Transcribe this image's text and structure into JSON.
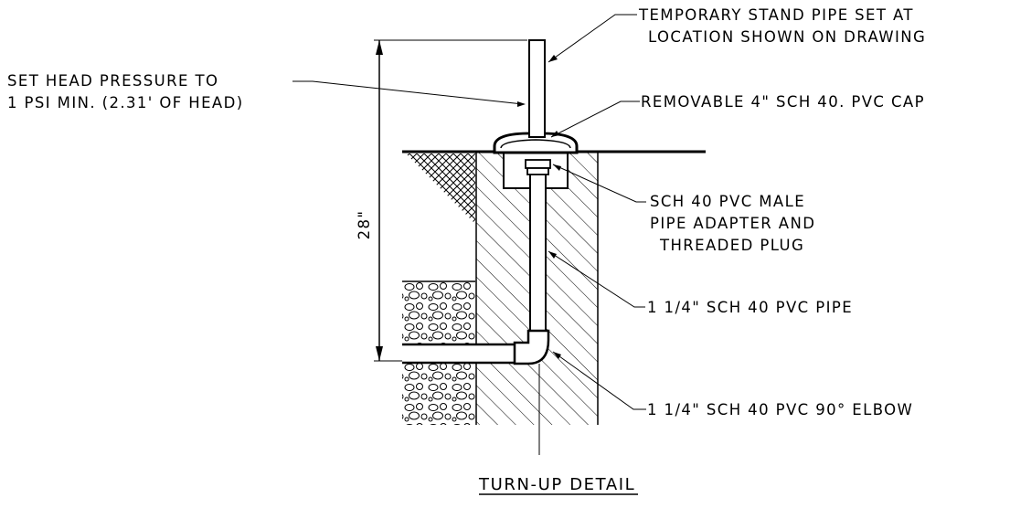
{
  "labels": {
    "standpipe_l1": "TEMPORARY STAND PIPE SET AT",
    "standpipe_l2": "LOCATION SHOWN ON DRAWING",
    "head_l1": "SET HEAD PRESSURE TO",
    "head_l2": "1 PSI MIN. (2.31' OF HEAD)",
    "cap": "REMOVABLE 4\" SCH 40. PVC CAP",
    "adapter_l1": "SCH 40 PVC MALE",
    "adapter_l2": "PIPE ADAPTER AND",
    "adapter_l3": "THREADED PLUG",
    "pipe": "1 1/4\" SCH 40 PVC PIPE",
    "elbow": "1 1/4\" SCH 40 PVC 90° ELBOW"
  },
  "dimension": "28\"",
  "title": "TURN-UP DETAIL",
  "colors": {
    "ink": "#000000",
    "paper": "#ffffff"
  }
}
